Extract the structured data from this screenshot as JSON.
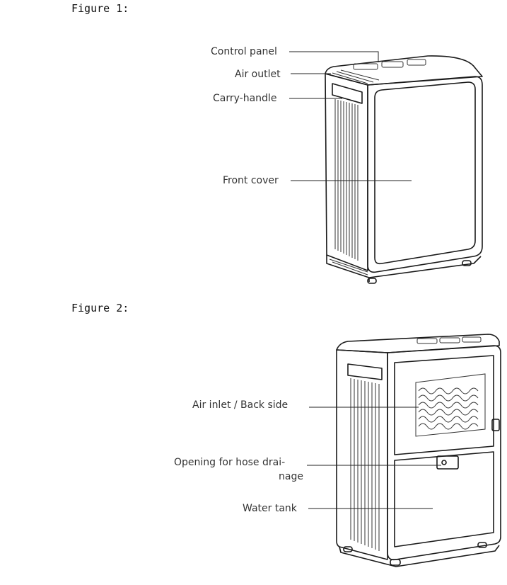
{
  "figure1": {
    "title": "Figure 1:",
    "labels": {
      "control_panel": "Control panel",
      "air_outlet": "Air outlet",
      "carry_handle": "Carry-handle",
      "front_cover": "Front cover"
    }
  },
  "figure2": {
    "title": "Figure 2:",
    "labels": {
      "air_inlet": "Air inlet / Back side",
      "hose_opening_line1": "Opening for hose drai-",
      "hose_opening_line2": "nage",
      "water_tank": "Water tank"
    }
  }
}
